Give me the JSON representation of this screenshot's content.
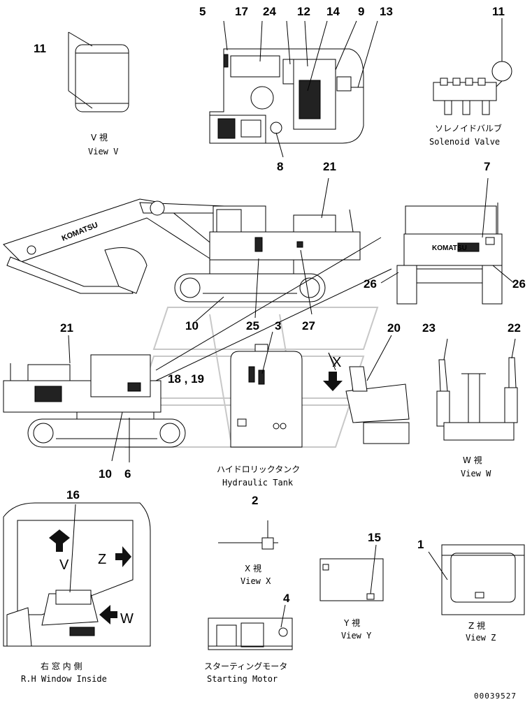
{
  "callouts": {
    "n5": "5",
    "n17": "17",
    "n24": "24",
    "n12": "12",
    "n14": "14",
    "n9": "9",
    "n13": "13",
    "n11_top": "11",
    "n11_left": "11",
    "n8": "8",
    "n21_top": "21",
    "n7": "7",
    "n26_left": "26",
    "n26_right": "26",
    "n10_mid": "10",
    "n25": "25",
    "n3": "3",
    "n27": "27",
    "n20": "20",
    "n23": "23",
    "n22": "22",
    "n21_left": "21",
    "n18_19": "18 , 19",
    "n10_bottom": "10",
    "n6": "6",
    "n16": "16",
    "n2": "2",
    "n15": "15",
    "n1": "1",
    "n4": "4"
  },
  "captions": {
    "view_v_jp": "V 視",
    "view_v": "View V",
    "solenoid_jp": "ソレノイドバルブ",
    "solenoid": "Solenoid Valve",
    "hydraulic_jp": "ハイドロリックタンク",
    "hydraulic": "Hydraulic Tank",
    "view_w_jp": "W 視",
    "view_w": "View W",
    "view_x_jp": "X 視",
    "view_x": "View X",
    "view_y_jp": "Y 視",
    "view_y": "View Y",
    "view_z_jp": "Z 視",
    "view_z": "View Z",
    "window_jp": "右 窓 内 側",
    "window": "R.H Window Inside",
    "starting_jp": "スターティングモータ",
    "starting": "Starting Motor"
  },
  "arrow_labels": {
    "v": "V",
    "z": "Z",
    "w": "W",
    "x": "X"
  },
  "brand_text": "KOMATSU",
  "document_number": "00039527"
}
